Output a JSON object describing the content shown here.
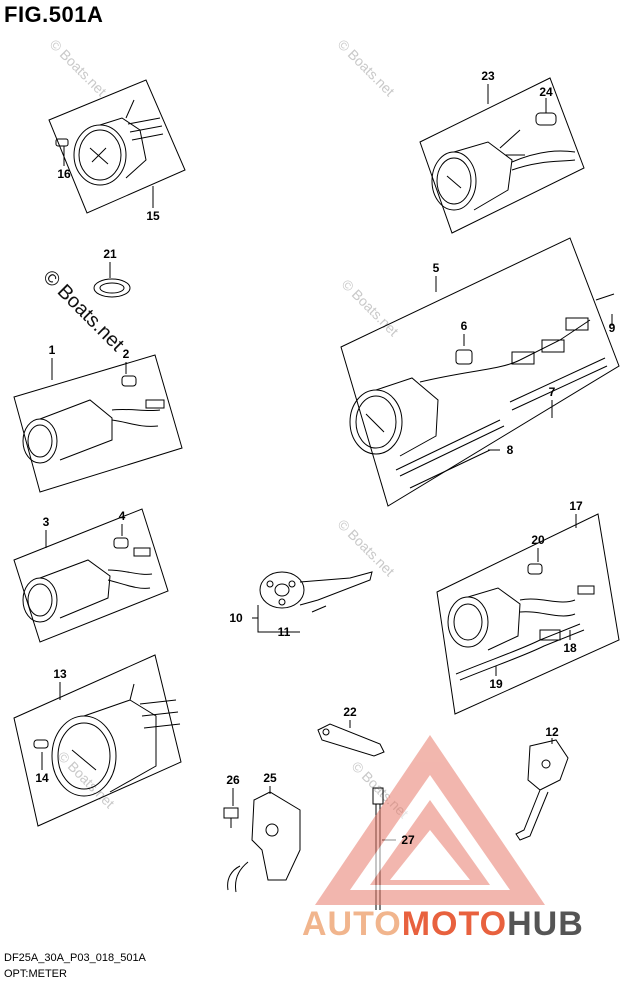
{
  "figure": {
    "title": "FIG.501A",
    "code": "DF25A_30A_P03_018_501A",
    "subtitle": "OPT:METER"
  },
  "watermarks": {
    "faint": "© Boats.net",
    "strong": "© Boats.net"
  },
  "brand": {
    "part1": "AUTO",
    "part2": "MOTO",
    "part3": "HUB"
  },
  "callouts": [
    {
      "id": "1",
      "label": "1"
    },
    {
      "id": "2",
      "label": "2"
    },
    {
      "id": "3",
      "label": "3"
    },
    {
      "id": "4",
      "label": "4"
    },
    {
      "id": "5",
      "label": "5"
    },
    {
      "id": "6",
      "label": "6"
    },
    {
      "id": "7",
      "label": "7"
    },
    {
      "id": "8",
      "label": "8"
    },
    {
      "id": "9",
      "label": "9"
    },
    {
      "id": "10",
      "label": "10"
    },
    {
      "id": "11",
      "label": "11"
    },
    {
      "id": "12",
      "label": "12"
    },
    {
      "id": "13",
      "label": "13"
    },
    {
      "id": "14",
      "label": "14"
    },
    {
      "id": "15",
      "label": "15"
    },
    {
      "id": "16",
      "label": "16"
    },
    {
      "id": "17",
      "label": "17"
    },
    {
      "id": "18",
      "label": "18"
    },
    {
      "id": "19",
      "label": "19"
    },
    {
      "id": "20",
      "label": "20"
    },
    {
      "id": "21",
      "label": "21"
    },
    {
      "id": "22",
      "label": "22"
    },
    {
      "id": "23",
      "label": "23"
    },
    {
      "id": "24",
      "label": "24"
    },
    {
      "id": "25",
      "label": "25"
    },
    {
      "id": "26",
      "label": "26"
    },
    {
      "id": "27",
      "label": "27"
    }
  ]
}
